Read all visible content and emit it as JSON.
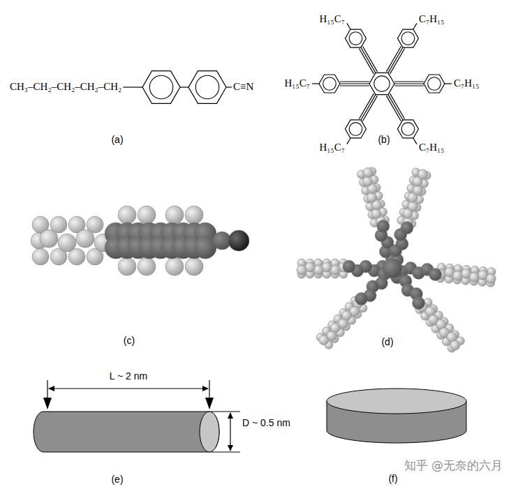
{
  "diagram": {
    "labels": [
      "CH₃–CH₂–CH₂–CH₂–CH₂",
      "C≡N",
      "(a)",
      "H₁₅C₇",
      "C₇H₁₅",
      "H₁₅C₇",
      "C₇H₁₅",
      "H₁₅C₇",
      "C₇H₁₅",
      "(b)",
      "(c)",
      "(d)",
      "L ~ 2 nm",
      "D ~ 0.5 nm",
      "(e)",
      "(f)",
      "知乎 @无奈的六月"
    ]
  }
}
